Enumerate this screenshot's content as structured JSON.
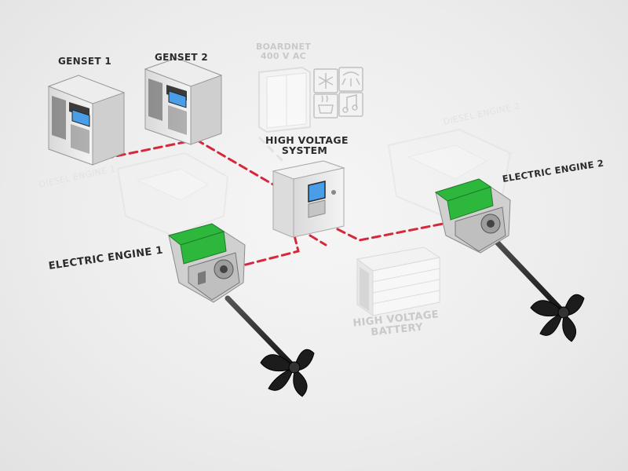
{
  "labels": {
    "genset1": "GENSET 1",
    "genset2": "GENSET 2",
    "boardnet": "BOARDNET",
    "boardnet_voltage": "400 V AC",
    "hv_system_line1": "HIGH VOLTAGE",
    "hv_system_line2": "SYSTEM",
    "electric_engine_1": "ELECTRIC ENGINE 1",
    "electric_engine_2": "ELECTRIC ENGINE 2",
    "hv_battery_line1": "HIGH VOLTAGE",
    "hv_battery_line2": "BATTERY",
    "diesel_engine_1": "DIESEL ENGINE 1",
    "diesel_engine_2": "DIESEL ENGINE 2"
  },
  "boardnet_icons": [
    "snowflake-icon",
    "sunlight-icon",
    "cooking-pot-icon",
    "music-note-icon"
  ],
  "colors": {
    "connection_line": "#d6283a",
    "motor_green": "#2db83d",
    "display_blue": "#4a9ee8",
    "label_dark": "#2b2b2b",
    "faded_label": "#c9c9c9"
  }
}
